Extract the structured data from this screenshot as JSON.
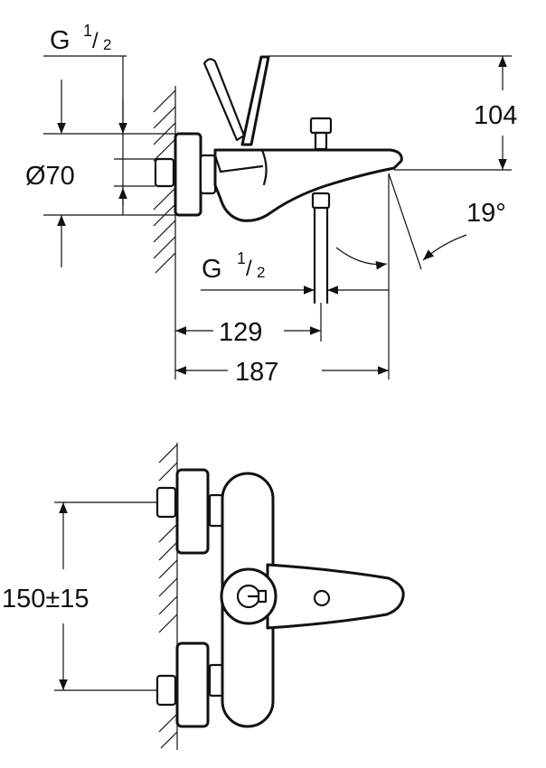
{
  "side_view": {
    "dim_thread_top": {
      "g": "G",
      "num": "1",
      "den": "2"
    },
    "dim_height": "104",
    "dim_diameter": "Ø70",
    "dim_angle": "19°",
    "dim_thread_outlet": {
      "g": "G",
      "num": "1",
      "den": "2"
    },
    "dim_outlet_projection": "129",
    "dim_total_projection": "187"
  },
  "front_view": {
    "dim_center_distance": "150±15"
  }
}
